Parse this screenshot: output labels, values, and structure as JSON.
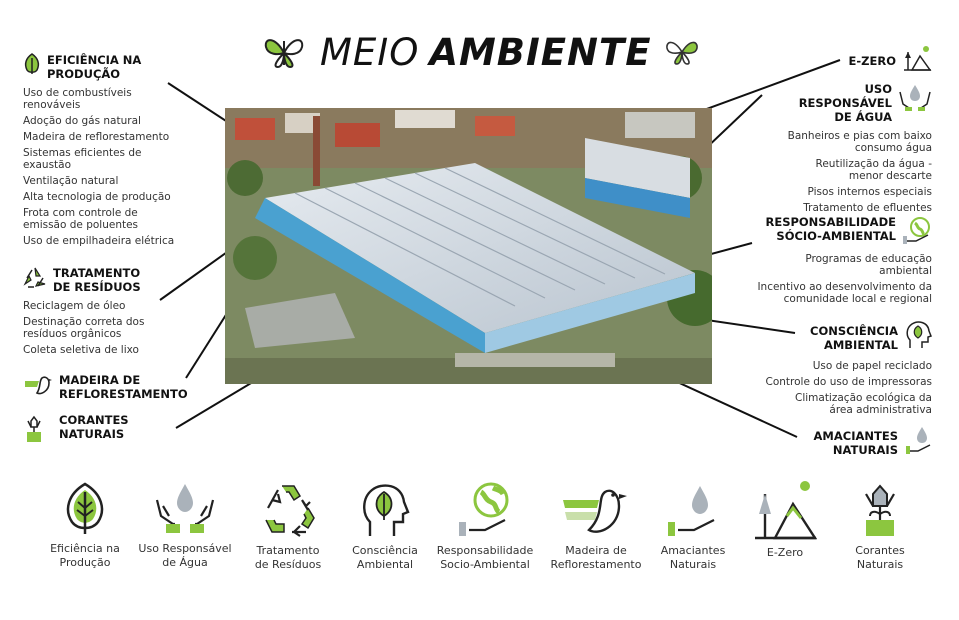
{
  "title": {
    "light": "MEIO",
    "bold": "AMBIENTE"
  },
  "colors": {
    "accent": "#8cc63f",
    "ink": "#222222"
  },
  "left_sections": [
    {
      "title": "EFICIÊNCIA NA PRODUÇÃO",
      "icon": "leaf-icon",
      "items": [
        "Uso de combustíveis renováveis",
        "Adoção do gás natural",
        "Madeira de reflorestamento",
        "Sistemas eficientes de exaustão",
        "Ventilação natural",
        "Alta tecnologia de produção",
        "Frota com controle de emissão de poluentes",
        "Uso de empilhadeira elétrica"
      ]
    },
    {
      "title": "TRATAMENTO DE RESÍDUOS",
      "icon": "recycle-icon",
      "items": [
        "Reciclagem de óleo",
        "Destinação correta dos resíduos orgânicos",
        "Coleta seletiva de lixo"
      ]
    },
    {
      "title": "MADEIRA DE REFLORESTAMENTO",
      "icon": "bird-icon",
      "items": []
    },
    {
      "title": "CORANTES NATURAIS",
      "icon": "flower-pot-icon",
      "items": []
    }
  ],
  "right_sections": [
    {
      "title": "E-ZERO",
      "icon": "mountain-tree-icon",
      "items": []
    },
    {
      "title": "USO RESPONSÁVEL DE ÁGUA",
      "icon": "hands-water-icon",
      "items": [
        "Banheiros e pias com baixo consumo água",
        "Reutilização da água - menor descarte",
        "Pisos internos especiais",
        "Tratamento de efluentes"
      ]
    },
    {
      "title": "RESPONSABILIDADE SÓCIO-AMBIENTAL",
      "icon": "hand-globe-icon",
      "items": [
        "Programas de educação ambiental",
        "Incentivo ao desenvolvimento da comunidade local e regional"
      ]
    },
    {
      "title": "CONSCIÊNCIA AMBIENTAL",
      "icon": "head-leaf-icon",
      "items": [
        "Uso de papel reciclado",
        "Controle do uso de impressoras",
        "Climatização ecológica da área administrativa"
      ]
    },
    {
      "title": "AMACIANTES NATURAIS",
      "icon": "hand-drop-icon",
      "items": []
    }
  ],
  "legend": [
    {
      "label": "Eficiência na Produção",
      "icon": "leaf-icon"
    },
    {
      "label": "Uso Responsável de Água",
      "icon": "hands-water-icon"
    },
    {
      "label": "Tratamento de Resíduos",
      "icon": "recycle-icon"
    },
    {
      "label": "Consciência Ambiental",
      "icon": "head-leaf-icon"
    },
    {
      "label": "Responsabilidade Socio-Ambiental",
      "icon": "hand-globe-icon"
    },
    {
      "label": "Madeira de Reflorestamento",
      "icon": "bird-icon"
    },
    {
      "label": "Amaciantes Naturais",
      "icon": "hand-drop-icon"
    },
    {
      "label": "E-Zero",
      "icon": "mountain-tree-icon"
    },
    {
      "label": "Corantes Naturais",
      "icon": "flower-pot-icon"
    }
  ]
}
